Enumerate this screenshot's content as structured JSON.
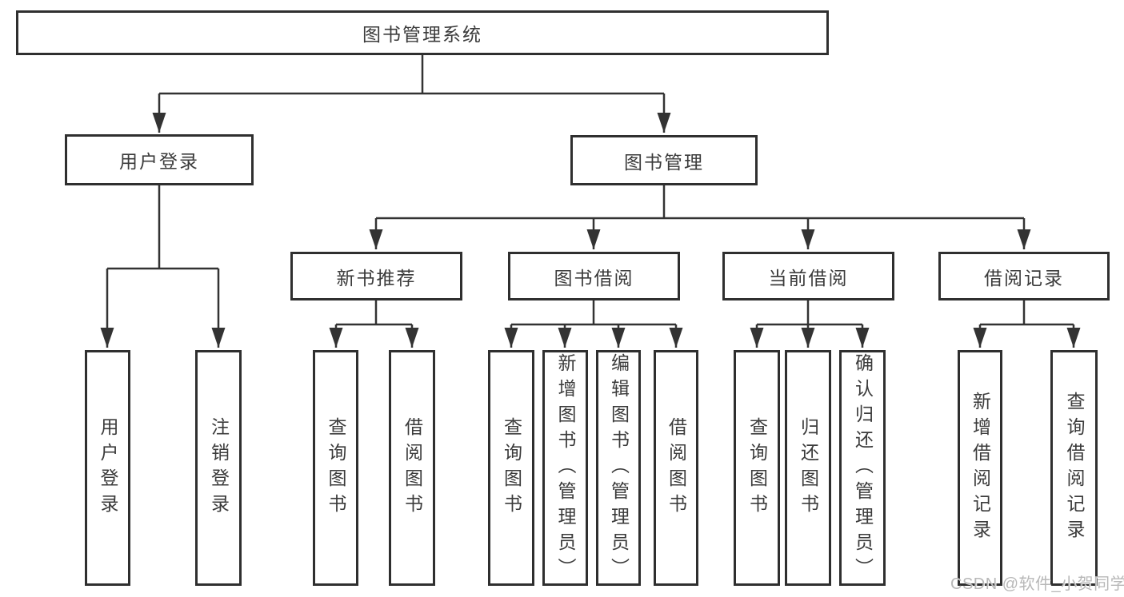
{
  "diagram_title": "图书管理系统",
  "nodes": {
    "root": {
      "label": "图书管理系统"
    },
    "user_login": {
      "label": "用户登录"
    },
    "book_mgmt": {
      "label": "图书管理"
    },
    "new_book_rec": {
      "label": "新书推荐"
    },
    "book_borrow": {
      "label": "图书借阅"
    },
    "current_borrow": {
      "label": "当前借阅"
    },
    "borrow_records": {
      "label": "借阅记录"
    },
    "ul_user_login": {
      "label": "用户登录"
    },
    "ul_logout": {
      "label": "注销登录"
    },
    "nb_query_book": {
      "label": "查询图书"
    },
    "nb_borrow_book": {
      "label": "借阅图书"
    },
    "bb_query_book": {
      "label": "查询图书"
    },
    "bb_add_book": {
      "label": "新增图书（管理员）"
    },
    "bb_edit_book": {
      "label": "编辑图书（管理员）"
    },
    "bb_borrow_book": {
      "label": "借阅图书"
    },
    "cb_query_book": {
      "label": "查询图书"
    },
    "cb_return_book": {
      "label": "归还图书"
    },
    "cb_confirm_return": {
      "label": "确认归还（管理员）"
    },
    "br_add_record": {
      "label": "新增借阅记录"
    },
    "br_query_record": {
      "label": "查询借阅记录"
    }
  },
  "watermark": {
    "text": "CSDN @软件_小贺同学"
  },
  "colors": {
    "line": "#333333",
    "box_border": "#2f2f2f",
    "text": "#3b3b3b",
    "watermark": "#b8b8b8",
    "background": "#ffffff"
  }
}
